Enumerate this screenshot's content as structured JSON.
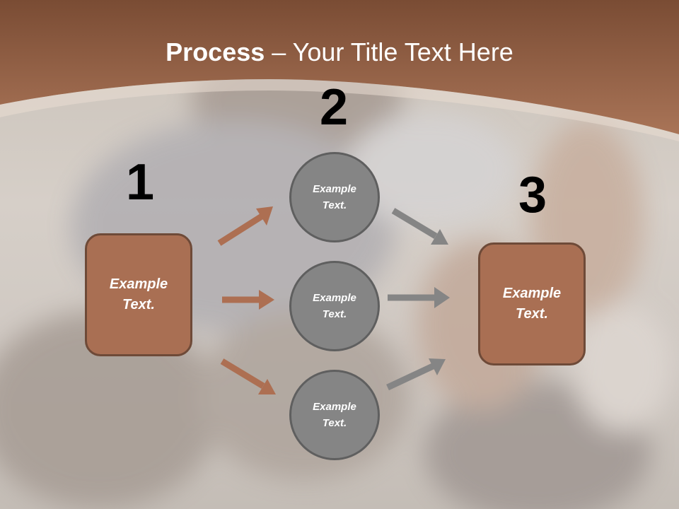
{
  "colors": {
    "header_brown": "#9c6a4f",
    "box_fill": "#a96f53",
    "box_border": "#6e4a38",
    "circle_fill": "#858585",
    "circle_border": "#5f5f5f",
    "arrow_brown": "#ad6f52",
    "arrow_gray": "#858585"
  },
  "title": {
    "bold": "Process",
    "separator": " – ",
    "rest": "Your Title Text Here"
  },
  "steps": [
    {
      "number": "1",
      "text": "Example Text."
    },
    {
      "number": "2",
      "items": [
        {
          "text": "Example Text."
        },
        {
          "text": "Example Text."
        },
        {
          "text": "Example Text."
        }
      ]
    },
    {
      "number": "3",
      "text": "Example Text."
    }
  ]
}
